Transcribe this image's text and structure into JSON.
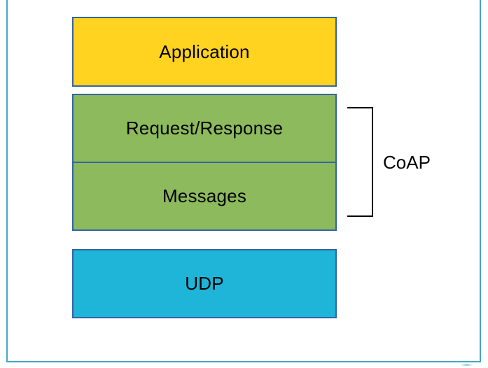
{
  "page": {
    "background_color": "#ffffff",
    "frame_color": "#45a6c8"
  },
  "diagram": {
    "box_border_color": "#3465a4",
    "layers": [
      {
        "id": "application",
        "label": "Application",
        "fill": "#ffd320"
      },
      {
        "id": "request-response",
        "label": "Request/Response",
        "fill": "#8cba5c"
      },
      {
        "id": "messages",
        "label": "Messages",
        "fill": "#8cba5c"
      },
      {
        "id": "udp",
        "label": "UDP",
        "fill": "#1fb5d8"
      }
    ],
    "bracket": {
      "label": "CoAP",
      "line_color": "#000000"
    }
  }
}
